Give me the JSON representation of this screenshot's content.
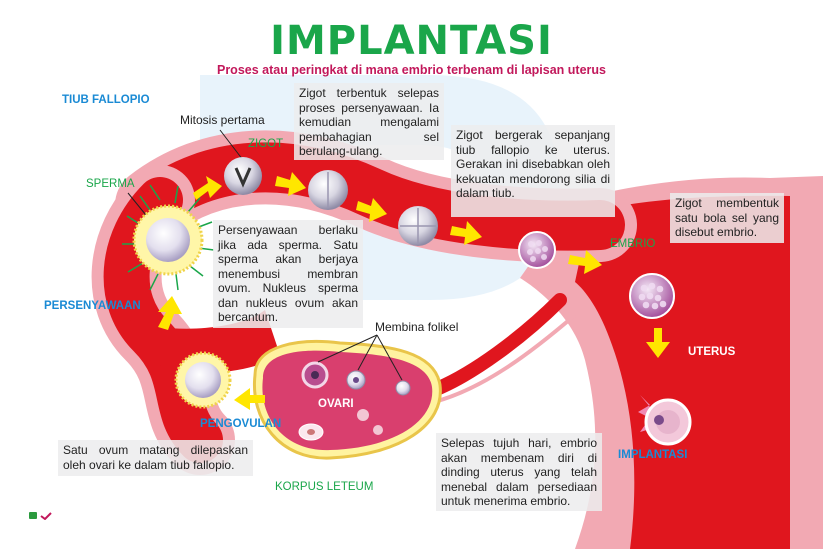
{
  "title": "IMPLANTASI",
  "subtitle": "Proses atau peringkat di mana embrio terbenam di lapisan uterus",
  "labels": {
    "tiub_fallopio": "TIUB FALLOPIO",
    "mitosis": "Mitosis pertama",
    "zigot": "ZIGOT",
    "sperma": "SPERMA",
    "persenyawaan": "PERSENYAWAAN",
    "embrio": "EMBRIO",
    "uterus": "UTERUS",
    "membina_folikel": "Membina folikel",
    "ovari": "OVARI",
    "pengovulan": "PENGOVULAN",
    "korpus_leteum": "KORPUS LETEUM",
    "implantasi": "IMPLANTASI"
  },
  "boxes": {
    "zigot_terbentuk": "Zigot terbentuk selepas proses persenyawaan. Ia kemudian mengalami pembahagian sel berulang-ulang.",
    "zigot_bergerak": "Zigot bergerak sepanjang tiub fallopio ke uterus. Gerakan ini disebabkan oleh kekuatan mendorong silia di dalam tiub.",
    "zigot_bola": "Zigot membentuk satu bola sel yang disebut embrio.",
    "persenyawaan_info": "Persenyawaan berlaku jika ada sperma. Satu sperma akan berjaya menembusi membran ovum. Nukleus sperma dan nukleus ovum akan bercantum.",
    "ovum_matang": "Satu ovum matang dilepaskan oleh ovari ke dalam tiub fallopio.",
    "tujuh_hari": "Selepas tujuh hari, embrio akan membenam diri di dinding uterus yang telah menebal dalam persediaan untuk menerima embrio."
  },
  "colors": {
    "title": "#1aa64a",
    "subtitle": "#c2185b",
    "label_blue": "#1a8ad4",
    "tube_red": "#e0161e",
    "tissue_pink": "#f2a9b3",
    "ovary_magenta": "#d93f6e",
    "arrow_yellow": "#ffe600"
  },
  "icons": [
    "arrow-right-icon",
    "arrow-down-icon",
    "cell-icon"
  ]
}
